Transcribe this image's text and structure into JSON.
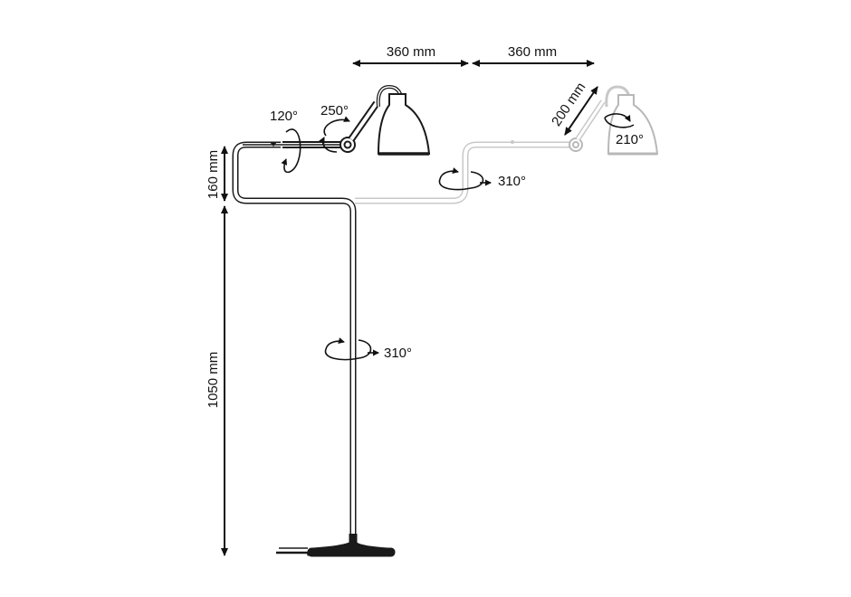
{
  "dimensions": {
    "arm_span_1": "360 mm",
    "arm_span_2": "360 mm",
    "shade_arm": "200 mm",
    "upper_height": "160 mm",
    "stand_height": "1050 mm"
  },
  "rotations": {
    "pivot_vertical": "120°",
    "elbow": "250°",
    "shade_tilt": "210°",
    "arm_joint": "310°",
    "stem": "310°"
  },
  "colors": {
    "line": "#1a1a1a",
    "ghost": "#b8b8b8",
    "shade_fill": "#ffffff"
  }
}
